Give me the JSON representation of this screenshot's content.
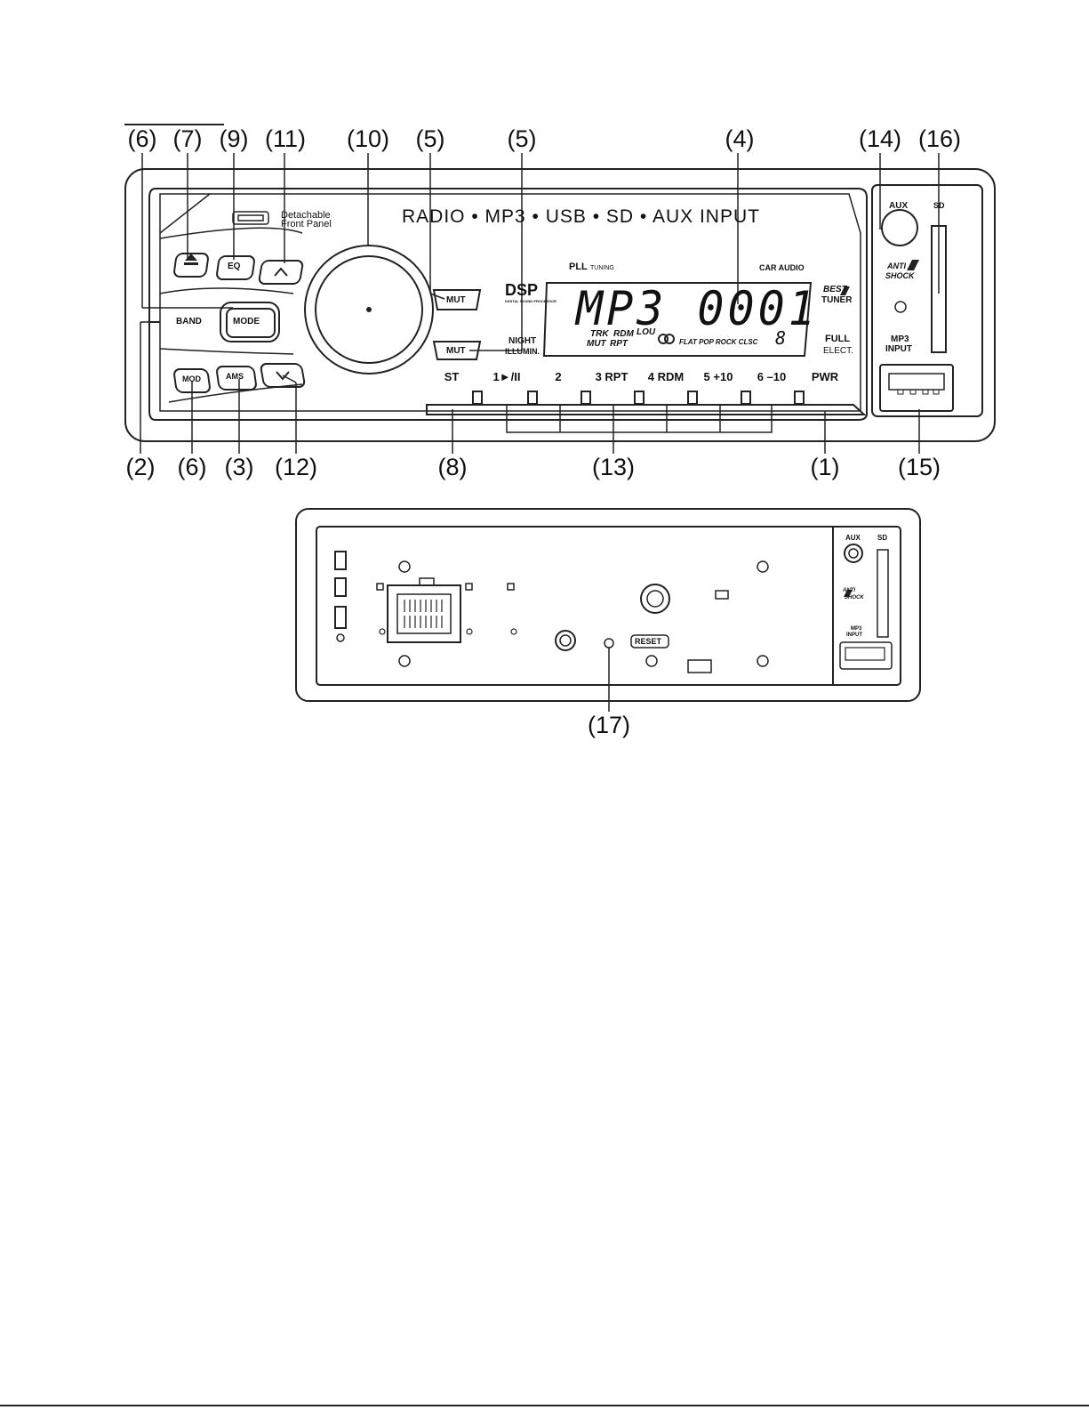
{
  "callouts_top": [
    {
      "text": "(6)"
    },
    {
      "text": "(7)"
    },
    {
      "text": "(9)"
    },
    {
      "text": "(11)"
    },
    {
      "text": "(10)"
    },
    {
      "text": "(5)"
    },
    {
      "text": "(5)"
    },
    {
      "text": "(4)"
    },
    {
      "text": "(14)"
    },
    {
      "text": "(16)"
    }
  ],
  "callouts_bottom": [
    {
      "text": "(2)"
    },
    {
      "text": "(6)"
    },
    {
      "text": "(3)"
    },
    {
      "text": "(12)"
    },
    {
      "text": "(8)"
    },
    {
      "text": "(13)"
    },
    {
      "text": "(1)"
    },
    {
      "text": "(15)"
    }
  ],
  "callout_rear": "(17)",
  "front_panel": {
    "detachable_line1": "Detachable",
    "detachable_line2": "Front Panel",
    "sources_banner": "RADIO • MP3 • USB • SD • AUX INPUT",
    "eq_label": "EQ",
    "band_label": "BAND",
    "mode_label": "MODE",
    "mod_label": "MOD",
    "ams_label": "AMS",
    "mut_label": "MUT",
    "dsp_label": "DSP",
    "dsp_sub": "DIGITAL SOUND PROCESSOR",
    "night_label": "NIGHT",
    "illumin_label": "ILLUMIN.",
    "pll_label": "PLL",
    "tuning_label": "TUNING",
    "car_audio_label": "CAR AUDIO",
    "best_label": "BEST",
    "tuner_label": "TUNER",
    "full_label": "FULL",
    "elect_label": "ELECT.",
    "anti_label": "ANTI",
    "shock_label": "SHOCK",
    "aux_label": "AUX",
    "sd_label": "SD",
    "mp3_label": "MP3",
    "input_label": "INPUT"
  },
  "display": {
    "main_text": "MP3 0001",
    "indicator_trk": "TRK",
    "indicator_rdm": "RDM",
    "indicator_lou": "LOU",
    "indicator_mut": "MUT",
    "indicator_rpt": "RPT",
    "eq_presets": "FLAT POP ROCK CLSC",
    "digit": "8"
  },
  "preset_row": [
    {
      "text": "ST"
    },
    {
      "text": "1►/II"
    },
    {
      "text": "2"
    },
    {
      "text": "3 RPT"
    },
    {
      "text": "4 RDM"
    },
    {
      "text": "5 +10"
    },
    {
      "text": "6 –10"
    },
    {
      "text": "PWR"
    }
  ],
  "rear_panel": {
    "aux_label": "AUX",
    "sd_label": "SD",
    "anti_label": "ANTI",
    "shock_label": "SHOCK",
    "mp3_label": "MP3",
    "input_label": "INPUT",
    "reset_label": "RESET"
  }
}
